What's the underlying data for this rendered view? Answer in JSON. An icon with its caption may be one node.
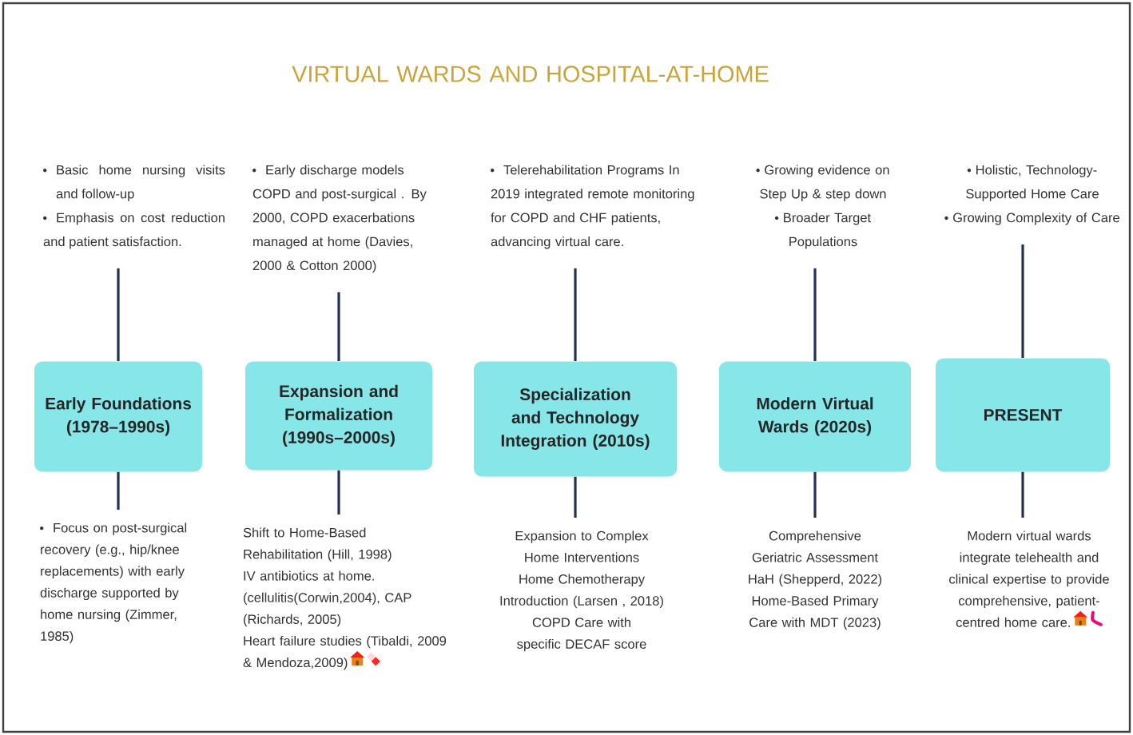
{
  "diagram": {
    "title": "VIRTUAL WARDS AND HOSPITAL-AT-HOME",
    "nodes": [
      {
        "text": [
          "Basic home nursing visits and follow-up",
          "Emphasis on cost reduction and patient satisfaction."
        ]
      },
      {
        "text": [
          "Early discharge models COPD and post-surgical . By 2000, COPD exacerbations managed at home (Davies, 2000 & Cotton 2000)"
        ]
      },
      {
        "text": [
          "Telerehabilitation Programs  In 2019 integrated remote monitoring for COPD and CHF patients, advancing virtual care."
        ]
      },
      {
        "text": [
          "Growing evidence on Step Up & step down",
          "Broader Target Populations"
        ]
      },
      {
        "text": [
          "Holistic, Technology-Supported Home Care",
          "Growing Complexity of Care"
        ]
      },
      {
        "text": [
          "Early Foundations (1978–1990s)"
        ]
      },
      {
        "text": [
          "Expansion and Formalization (1990s–2000s)"
        ]
      },
      {
        "text": [
          "Specialization and Technology Integration (2010s)"
        ]
      },
      {
        "text": [
          "Modern Virtual Wards (2020s)"
        ]
      },
      {
        "text": [
          "PRESENT"
        ]
      },
      {
        "text": [
          "Focus on post-surgical recovery (e.g., hip/knee replacements) with early discharge supported by home nursing  (Zimmer, 1985)"
        ]
      },
      {
        "text": [
          "Shift to Home-Based Rehabilitation (Hill, 1998)",
          "IV antibiotics at home. (cellulitis(Corwin,2004), CAP (Richards, 2005)",
          "Heart failure studies (Tibaldi, 2009 & Mendoza,2009)"
        ]
      },
      {
        "text": [
          "Expansion to Complex Home Interventions",
          "Home Chemotherapy Introduction (Larsen , 2018)",
          "COPD Care with specific DECAF score"
        ]
      },
      {
        "text": [
          "Comprehensive Geriatric Assessment",
          "HaH (Shepperd, 2022)",
          "Home-Based Primary Care with MDT (2023)"
        ]
      },
      {
        "text": [
          "Modern virtual wards integrate telehealth and clinical expertise to provide comprehensive, patient-centred home care."
        ]
      }
    ],
    "edges": [
      {
        "from": 0,
        "to": 5,
        "arrow": "none"
      },
      {
        "from": 1,
        "to": 6,
        "arrow": "none"
      },
      {
        "from": 2,
        "to": 7,
        "arrow": "none"
      },
      {
        "from": 3,
        "to": 8,
        "arrow": "none"
      },
      {
        "from": 4,
        "to": 9,
        "arrow": "none"
      },
      {
        "from": 5,
        "to": 10,
        "arrow": "none"
      },
      {
        "from": 6,
        "to": 11,
        "arrow": "none"
      },
      {
        "from": 7,
        "to": 12,
        "arrow": "none"
      },
      {
        "from": 8,
        "to": 13,
        "arrow": "none"
      },
      {
        "from": 9,
        "to": 14,
        "arrow": "none"
      }
    ]
  }
}
